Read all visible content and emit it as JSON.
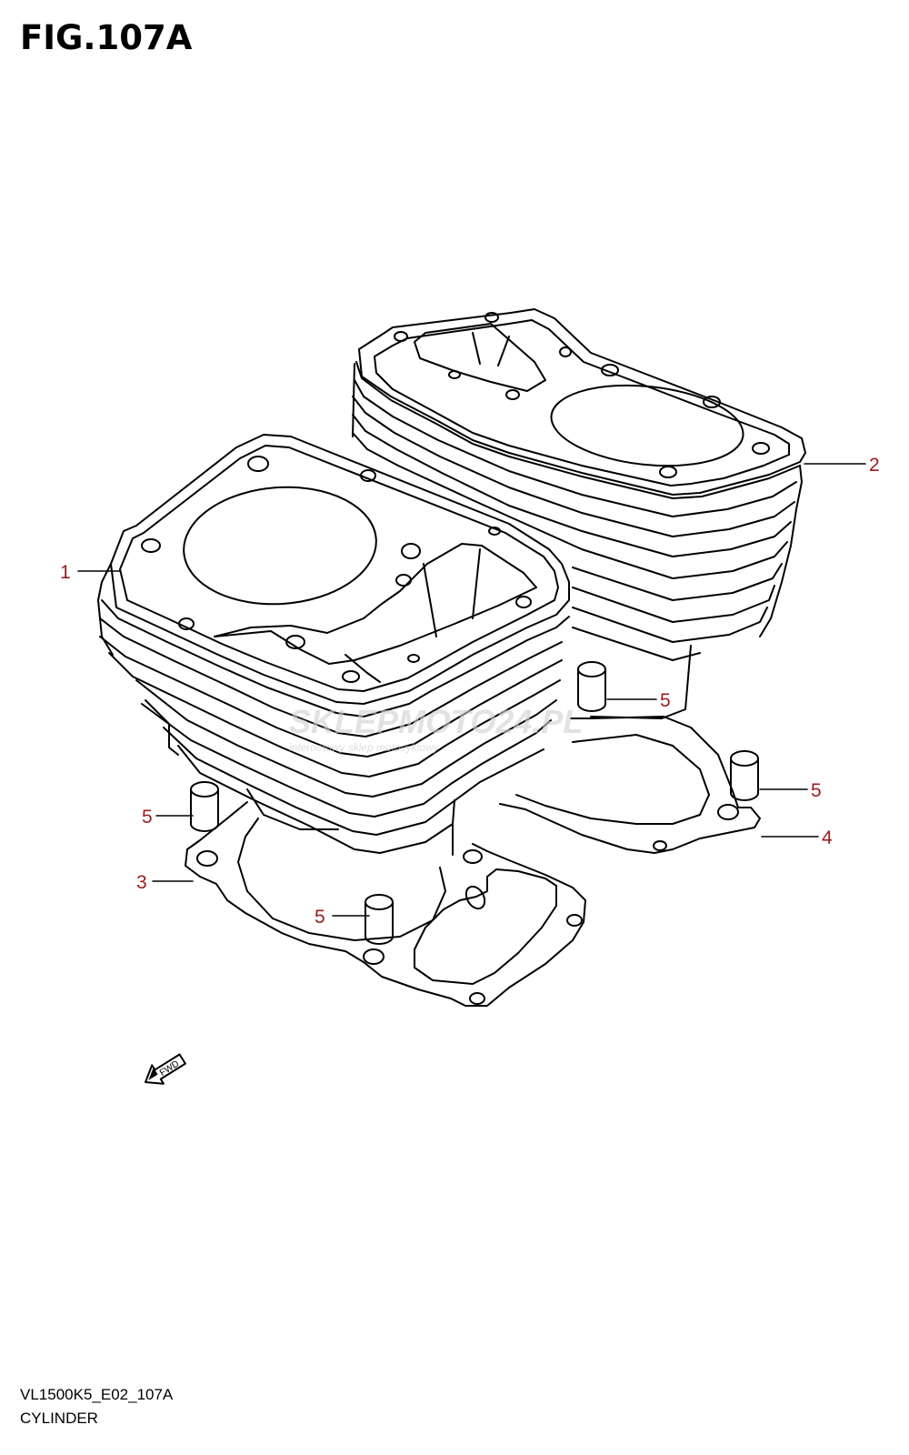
{
  "figure": {
    "title": "FIG.107A",
    "code": "VL1500K5_E02_107A",
    "name": "CYLINDER"
  },
  "watermark": {
    "brand": "SKLEPMOTO24.PL",
    "tagline": "internetowy sklep motocyklowy"
  },
  "fwd_label": "FWD",
  "callouts": [
    {
      "id": "1",
      "label": "1"
    },
    {
      "id": "2",
      "label": "2"
    },
    {
      "id": "3",
      "label": "3"
    },
    {
      "id": "4",
      "label": "4"
    },
    {
      "id": "5a",
      "label": "5"
    },
    {
      "id": "5b",
      "label": "5"
    },
    {
      "id": "5c",
      "label": "5"
    },
    {
      "id": "5d",
      "label": "5"
    }
  ],
  "colors": {
    "callout": "#9b1b1b",
    "line": "#000000",
    "watermark_gray": "#c8c8c8",
    "watermark_red": "#e37070"
  }
}
